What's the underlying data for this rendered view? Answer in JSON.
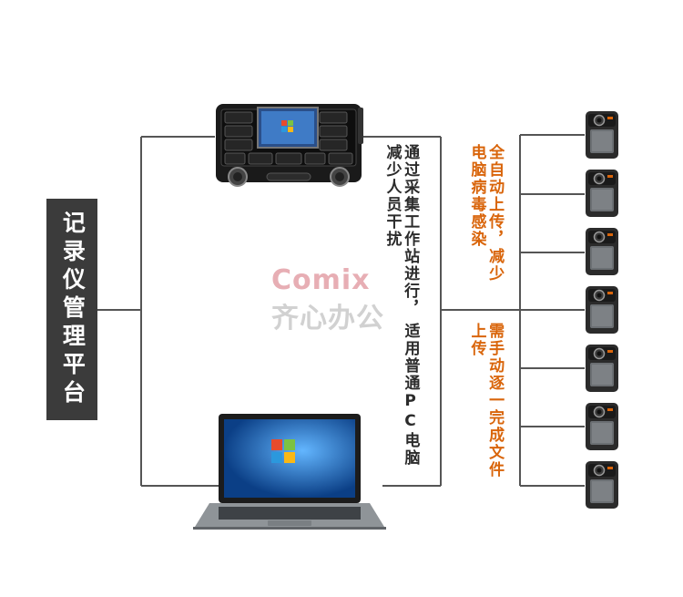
{
  "platform": {
    "label": "记录仪管理平台"
  },
  "workstation": {
    "caption": "通过采集工作站进行，减少人员干扰"
  },
  "pc": {
    "caption": "适用普通PC电脑"
  },
  "auto_upload": {
    "caption": "全自动上传，减少电脑病毒感染"
  },
  "manual_upload": {
    "caption": "需手动逐一完成文件上传"
  },
  "watermark": {
    "logo": "Comix",
    "sub": "齐心办公"
  },
  "cameras": [
    {
      "id": 1
    },
    {
      "id": 2
    },
    {
      "id": 3
    },
    {
      "id": 4
    },
    {
      "id": 5
    },
    {
      "id": 6
    },
    {
      "id": 7
    }
  ],
  "colors": {
    "line": "#555555",
    "accent": "#d9650b",
    "platform_bg": "#3b3b3b"
  }
}
